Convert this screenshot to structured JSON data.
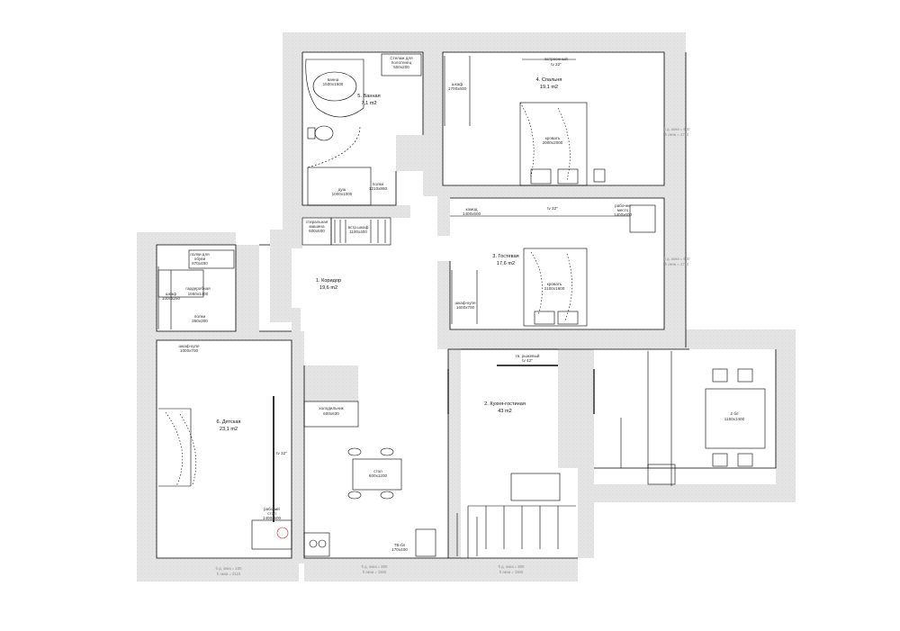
{
  "colors": {
    "wall_fill": "#e4e4e4",
    "line": "#000000",
    "text": "#333333",
    "accent_red": "#cc2222"
  },
  "rooms": [
    {
      "id": "corridor",
      "name": "1. Коридор",
      "area": "19,6 m2"
    },
    {
      "id": "kitchen",
      "name": "2. Кухня-гостиная",
      "area": "43 m2"
    },
    {
      "id": "guest",
      "name": "3. Гостевая",
      "area": "17,6 m2"
    },
    {
      "id": "bedroom",
      "name": "4. Спальня",
      "area": "19,1 m2"
    },
    {
      "id": "bathroom",
      "name": "5. Ванная",
      "area": "7,1 m2"
    },
    {
      "id": "kids",
      "name": "6. Детская",
      "area": "23,1 m2"
    }
  ],
  "furniture": {
    "bath": [
      "ванна",
      "1500x1500"
    ],
    "rack": [
      "Стелаж для",
      "полотенец",
      "500x200"
    ],
    "shower": [
      "душ",
      "1000x1000"
    ],
    "shower_pipes": [
      "полки",
      "1210x860"
    ],
    "washer": [
      "стиральная",
      "машина",
      "600x600"
    ],
    "pantry": [
      "встр.шкаф",
      "1100x400"
    ],
    "bed_wardrobe": [
      "шкаф",
      "1700x600"
    ],
    "bedroom_tv": [
      "встроенный",
      "tv 32\""
    ],
    "bed_main": [
      "кровать",
      "2000x2000"
    ],
    "chest": [
      "комод",
      "1400x500"
    ],
    "tv32_guest": [
      "tv 32\""
    ],
    "desk_guest": [
      "рабочее",
      "место",
      "1400x600"
    ],
    "guest_bed": [
      "кровать",
      "2100x1600"
    ],
    "guest_wardrobe": [
      "шкаф-купе",
      "1600x700"
    ],
    "shoe_rack": [
      "полки для",
      "обуви",
      "870x450"
    ],
    "closet_left": [
      "шкаф",
      "1000x250"
    ],
    "dresser": [
      "гардеробная",
      "1660x1400"
    ],
    "shelves_left": [
      "полки",
      "350x300"
    ],
    "kids_wardrobe": [
      "шкаф-купе",
      "1000x700"
    ],
    "kids_tv": [
      "tv 32\""
    ],
    "kids_desk": [
      "рабочий",
      "стол",
      "1400x500"
    ],
    "fridge": [
      "холодильник",
      "600x630"
    ],
    "dining": [
      "стол",
      "600x1200"
    ],
    "kitchen_tv": [
      "тв. рыжевый",
      "tv 42\""
    ],
    "table_right": [
      "2 бл",
      "1160x1400"
    ],
    "tv_stand": [
      "ТВ-бл",
      "170x400"
    ]
  },
  "dims": [
    {
      "id": "right1",
      "lines": [
        "h д. окна = 800",
        "h окна = 1730"
      ]
    },
    {
      "id": "right2",
      "lines": [
        "h д. окна = 800",
        "h окна = 1730"
      ]
    },
    {
      "id": "bottom1",
      "lines": [
        "h д. окна = 100",
        "h окна = 2110"
      ]
    },
    {
      "id": "bottom2",
      "lines": [
        "h д. окна = 800",
        "h окна = 1500"
      ]
    },
    {
      "id": "bottom3",
      "lines": [
        "h д. окна = 800",
        "h окна = 1500"
      ]
    }
  ]
}
